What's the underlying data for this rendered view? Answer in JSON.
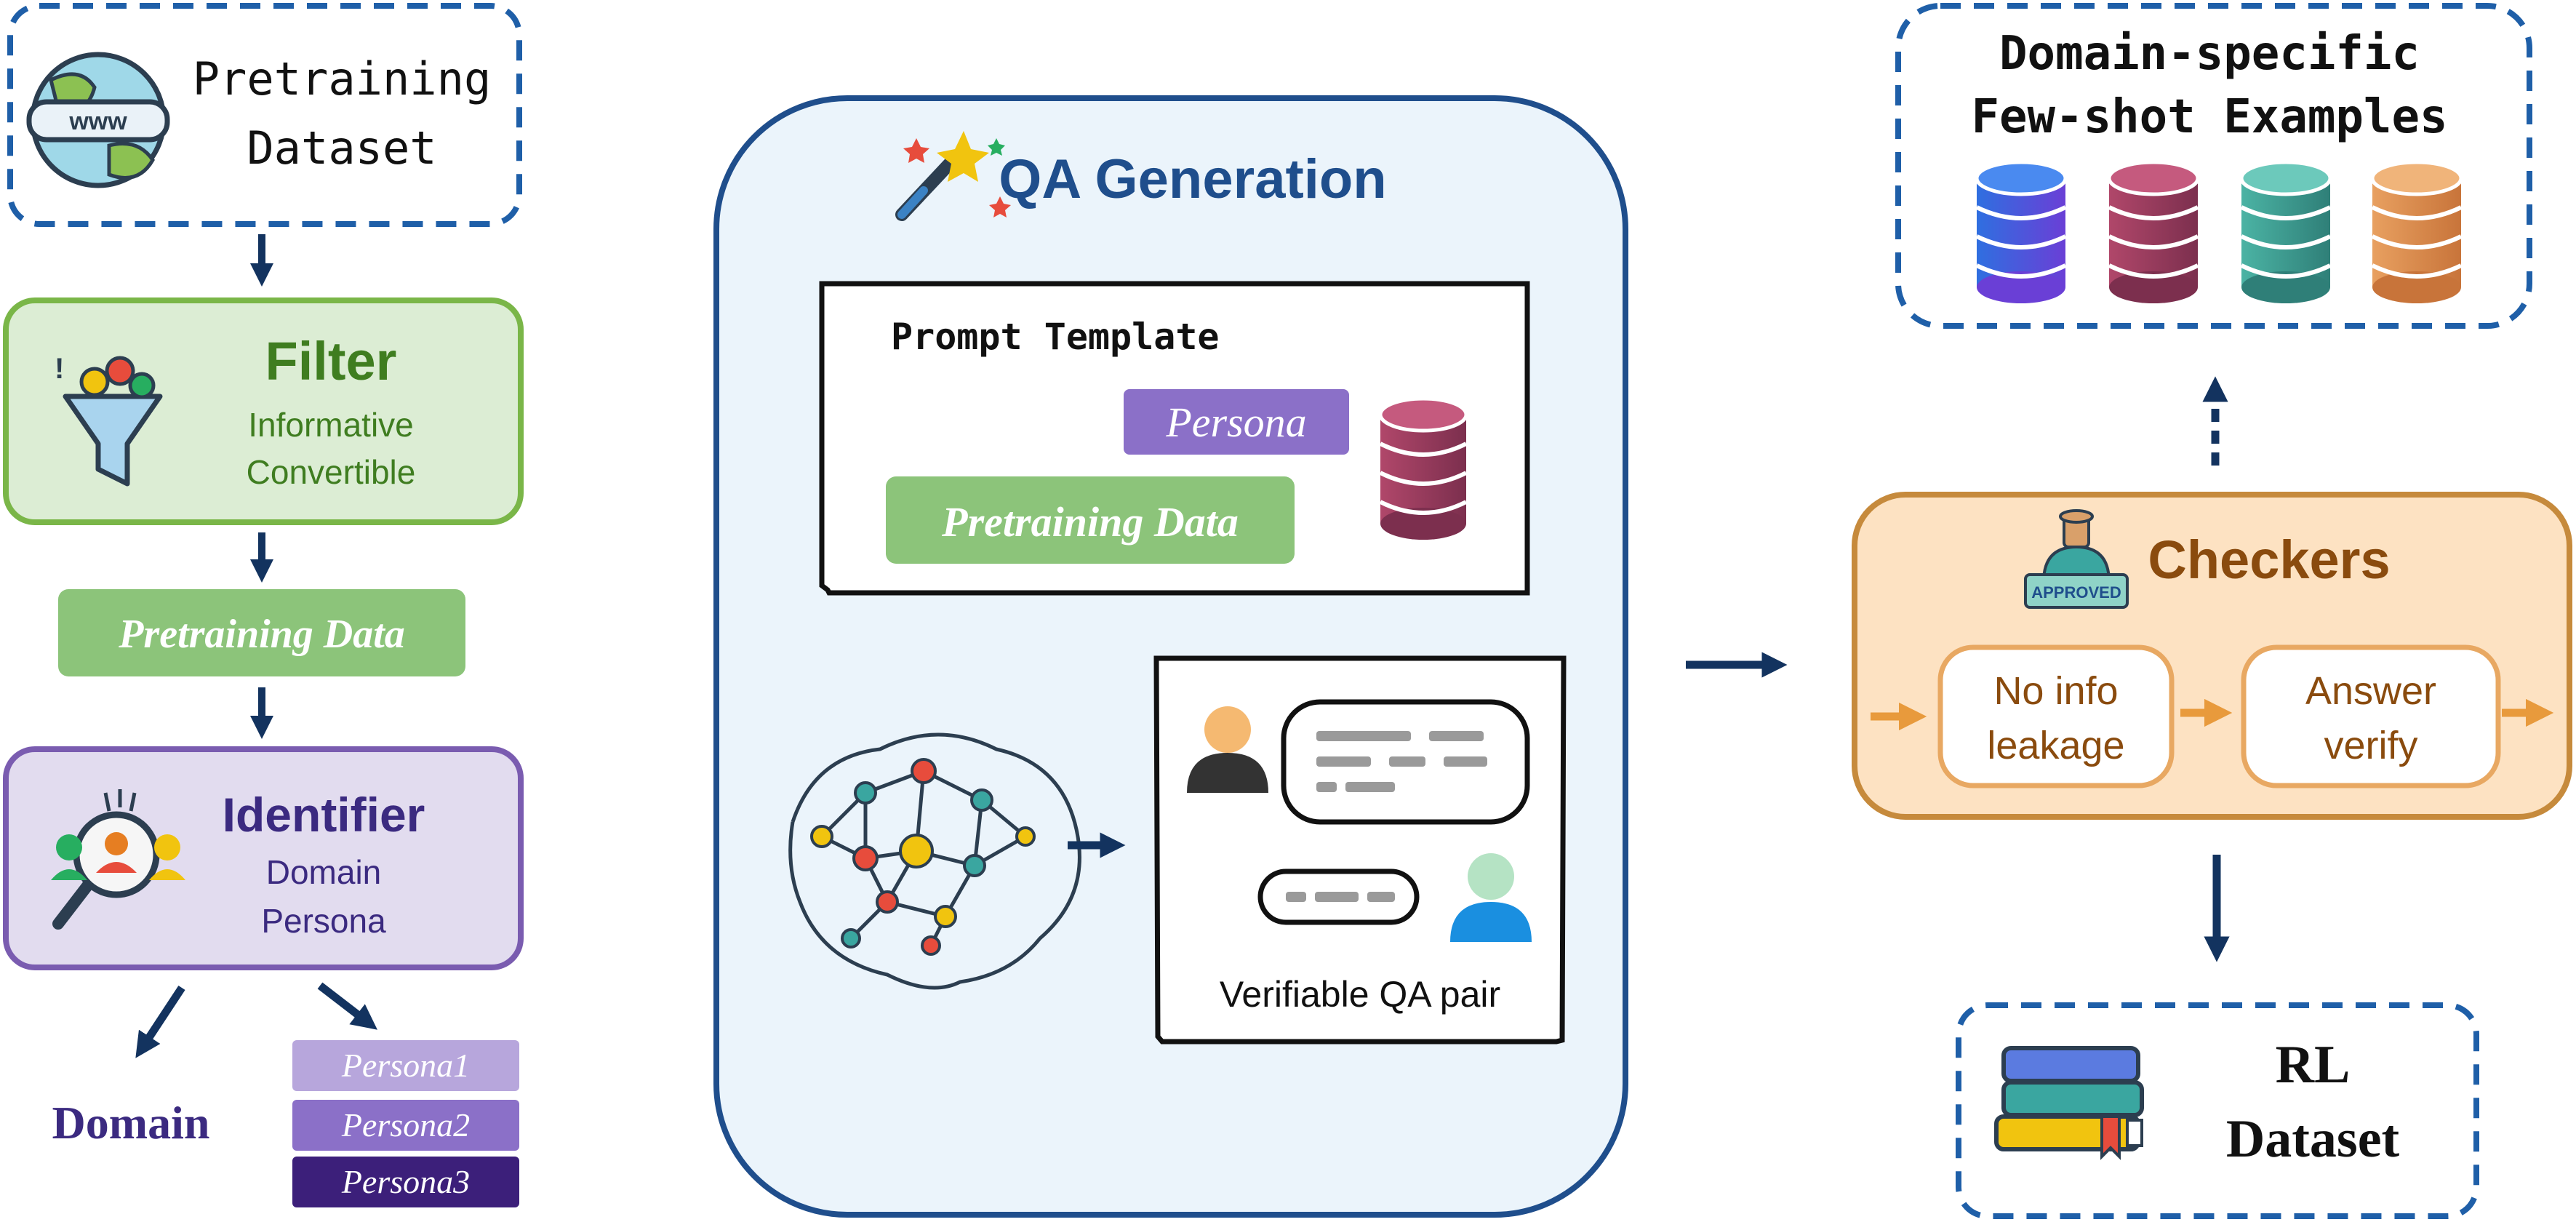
{
  "pretraining_dataset": {
    "line1": "Pretraining",
    "line2": "Dataset",
    "icon": "globe-www-icon"
  },
  "filter": {
    "title": "Filter",
    "line1": "Informative",
    "line2": "Convertible",
    "icon": "funnel-icon",
    "accent": "#3f7d20",
    "fill": "#dcedd4",
    "border": "#7ab648"
  },
  "pretraining_data_tag": "Pretraining Data",
  "identifier": {
    "title": "Identifier",
    "line1": "Domain",
    "line2": "Persona",
    "icon": "magnifier-people-icon",
    "accent": "#3b2a80",
    "fill": "#e2dcef",
    "border": "#7a5cb0"
  },
  "domain_label": "Domain",
  "personas": [
    "Persona1",
    "Persona2",
    "Persona3"
  ],
  "qa_generation": {
    "title": "QA Generation",
    "icon": "magic-wand-icon",
    "prompt_template_label": "Prompt Template",
    "persona_tag": "Persona",
    "pretraining_data_tag": "Pretraining Data",
    "qa_pair_label": "Verifiable QA pair",
    "fill": "#ebf4fb",
    "border": "#1f4e8c"
  },
  "few_shot": {
    "line1": "Domain-specific",
    "line2": "Few-shot Examples",
    "icon": "database-stack-icon"
  },
  "checkers": {
    "title": "Checkers",
    "icon": "approved-stamp-icon",
    "step1_line1": "No info",
    "step1_line2": "leakage",
    "step2_line1": "Answer",
    "step2_line2": "verify",
    "fill": "#fde2c2",
    "border": "#c68a3c",
    "accent": "#8a4b0e"
  },
  "rl_dataset": {
    "line1": "RL",
    "line2": "Dataset",
    "icon": "books-icon"
  },
  "colors": {
    "arrow": "#13335f",
    "dashed_border": "#1f5fa8",
    "db_blue": "#3b5fd9",
    "db_maroon": "#9c3d5f",
    "db_teal": "#3c9a8f",
    "db_orange": "#d8884a"
  }
}
